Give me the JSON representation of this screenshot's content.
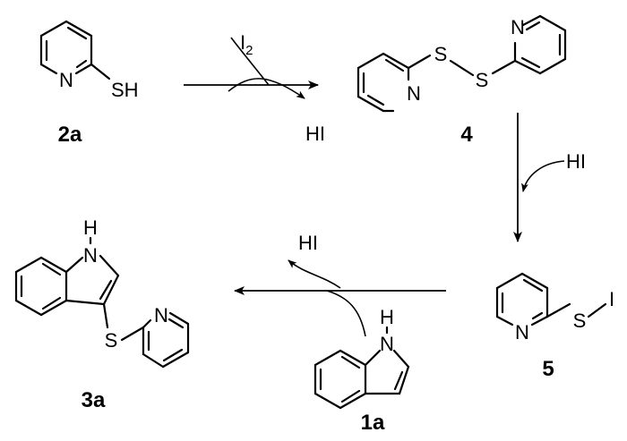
{
  "compounds": {
    "c2a": {
      "label": "2a",
      "atoms": {
        "n": "N",
        "sh": "SH"
      }
    },
    "c4": {
      "label": "4",
      "atoms": {
        "n1": "N",
        "n2": "N",
        "s1": "S",
        "s2": "S"
      }
    },
    "c5": {
      "label": "5",
      "atoms": {
        "n": "N",
        "s": "S",
        "i": "I"
      }
    },
    "c1a": {
      "label": "1a",
      "atoms": {
        "h": "H",
        "n": "N"
      }
    },
    "c3a": {
      "label": "3a",
      "atoms": {
        "h": "H",
        "n": "N",
        "s": "S",
        "n_py": "N"
      }
    }
  },
  "reagents": {
    "step1_in": {
      "symbol": "I",
      "subscript": "2"
    },
    "step1_out": "HI",
    "step2_in": "HI",
    "step3_out": "HI"
  },
  "colors": {
    "ink": "#000000",
    "background": "#ffffff"
  }
}
